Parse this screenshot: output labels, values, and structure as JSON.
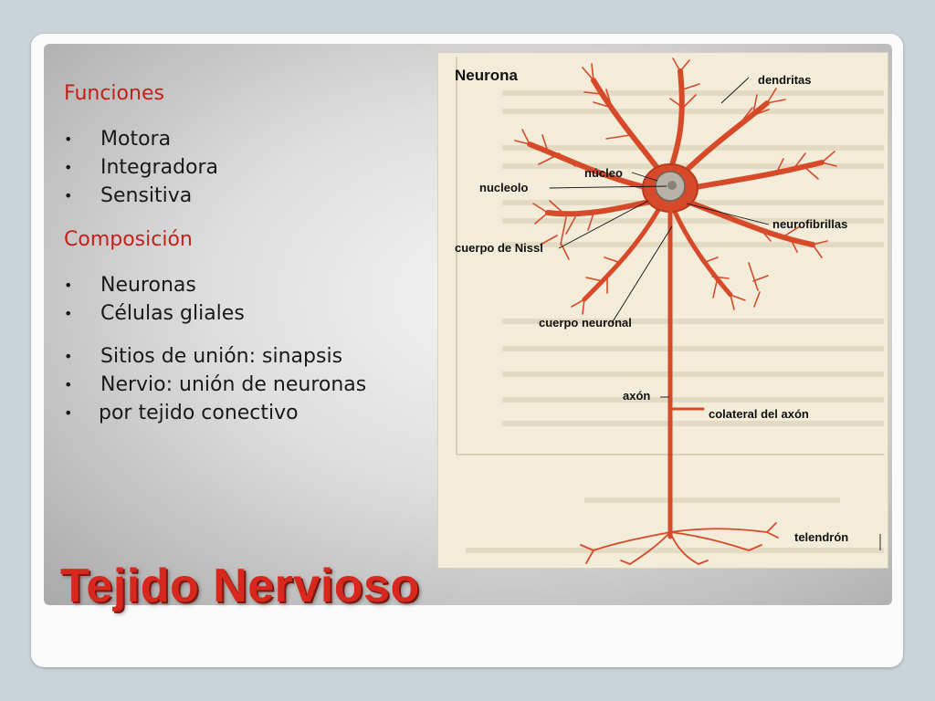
{
  "slide": {
    "title": "Tejido Nervioso",
    "sections": [
      {
        "heading": "Funciones",
        "items": [
          "Motora",
          "Integradora",
          "Sensitiva"
        ]
      },
      {
        "heading": "Composición",
        "items": [
          "Neuronas",
          "Células gliales"
        ]
      }
    ],
    "extra_items": [
      "Sitios de unión: sinapsis",
      "Nervio: unión de neuronas",
      "por tejido conectivo"
    ]
  },
  "figure": {
    "title": "Neurona",
    "labels": {
      "dendritas": "dendritas",
      "nucleo": "núcleo",
      "nucleolo": "nucleolo",
      "neurofibrillas": "neurofibrillas",
      "nissl": "cuerpo de Nissl",
      "cuerpo": "cuerpo neuronal",
      "axon": "axón",
      "colateral": "colateral del axón",
      "telendron": "telendrón"
    },
    "colors": {
      "neuron": "#d64a2a",
      "label_line": "#111111",
      "title_accent": "#d8271d"
    }
  }
}
